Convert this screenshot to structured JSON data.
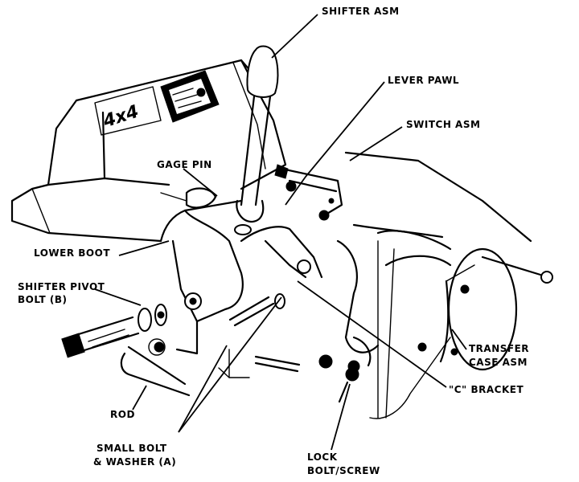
{
  "diagram": {
    "decal_text": "4x4",
    "labels": {
      "shifter_asm": "SHIFTER ASM",
      "lever_pawl": "LEVER PAWL",
      "switch_asm": "SWITCH ASM",
      "gage_pin": "GAGE PIN",
      "lower_boot": "LOWER BOOT",
      "shifter_pivot_bolt_line1": "SHIFTER PIVOT",
      "shifter_pivot_bolt_line2": "BOLT (B)",
      "transfer_case_line1": "TRANSFER",
      "transfer_case_line2": "CASE ASM",
      "c_bracket": "\"C\" BRACKET",
      "rod": "ROD",
      "small_bolt_line1": "SMALL BOLT",
      "small_bolt_line2": "& WASHER (A)",
      "lock_bolt_line1": "LOCK",
      "lock_bolt_line2": "BOLT/SCREW"
    }
  }
}
